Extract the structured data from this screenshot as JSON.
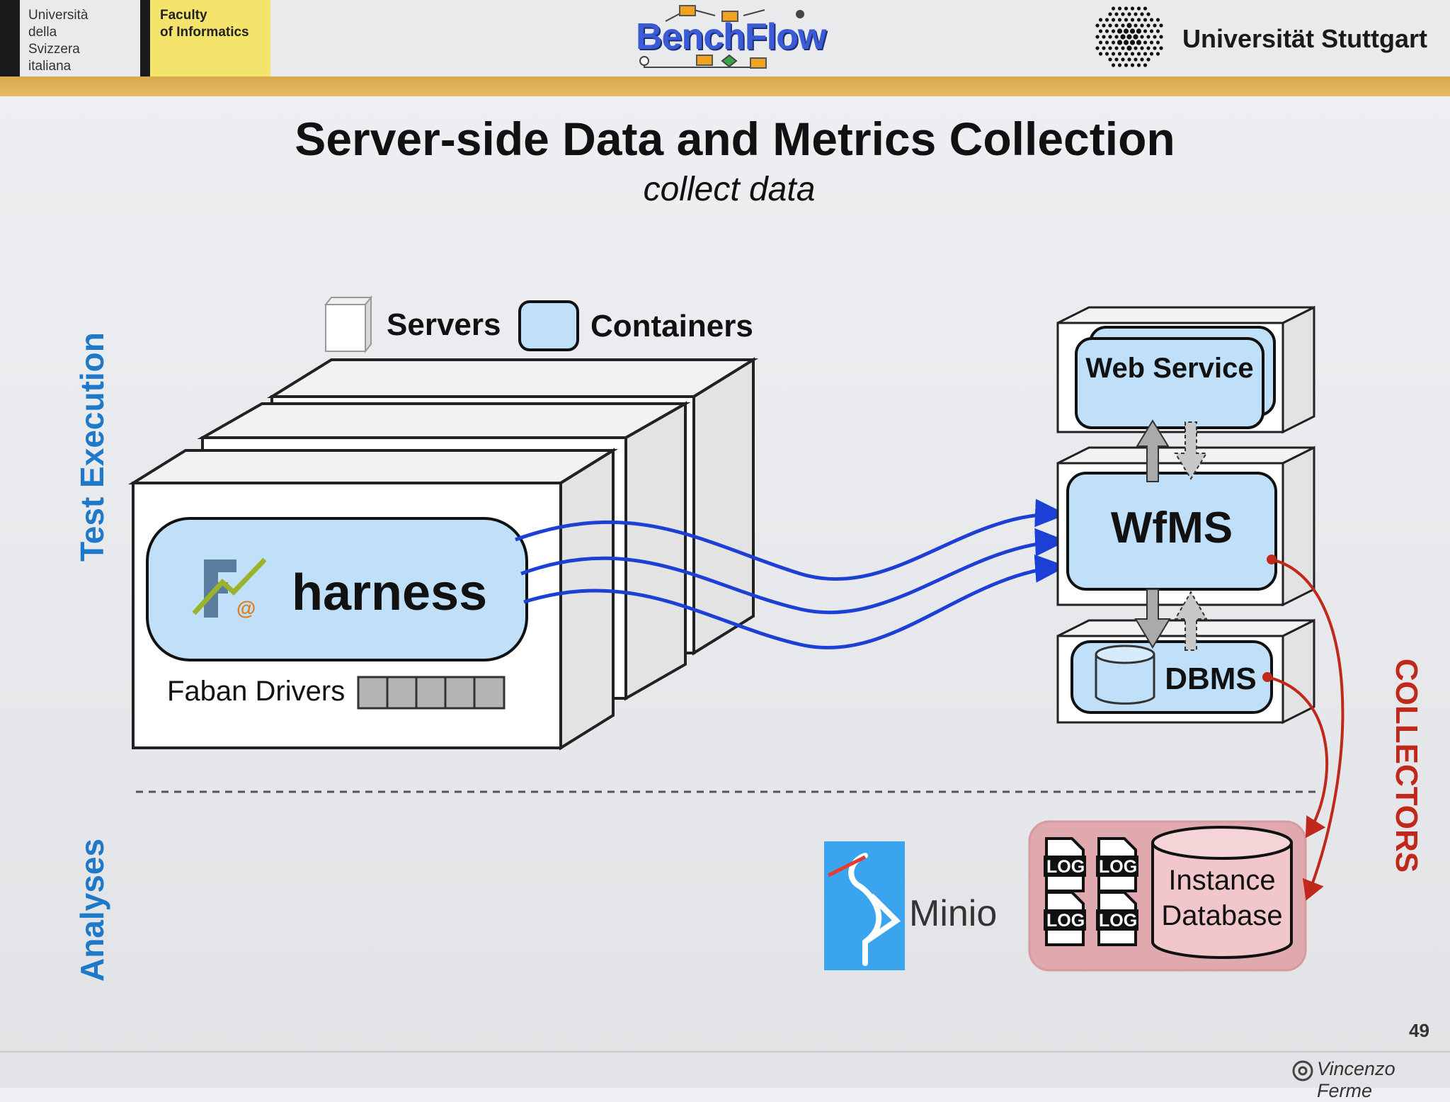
{
  "header": {
    "usi_name": "Università\ndella\nSvizzera\nitaliana",
    "faculty": "Faculty\nof Informatics",
    "logo": "BenchFlow",
    "university": "Universität Stuttgart"
  },
  "slide": {
    "title": "Server-side Data and Metrics Collection",
    "subtitle": "collect data",
    "side_labels": {
      "test_execution": "Test Execution",
      "analyses": "Analyses",
      "collectors": "COLLECTORS"
    },
    "legend": {
      "servers": "Servers",
      "containers": "Containers"
    },
    "harness": "harness",
    "faban_drivers": "Faban Drivers",
    "web_service": "Web Service",
    "wfms": "WfMS",
    "dbms": "DBMS",
    "log_label": "LOG",
    "minio": "Minio",
    "instance_database": "Instance Database",
    "page_number": "49",
    "author": "Vincenzo Ferme"
  },
  "colors": {
    "container_fill": "#bfe0f8",
    "flow_arrow": "#1c3fd6",
    "collector_arrow": "#c1281c",
    "side_label_blue": "#1f79c9",
    "gold_band": "#dcac52",
    "db_region": "#e0a9ae"
  },
  "icons": [
    "faban-icon",
    "database-cylinder-icon",
    "log-file-icon",
    "minio-heron-icon",
    "copyright-icon"
  ]
}
